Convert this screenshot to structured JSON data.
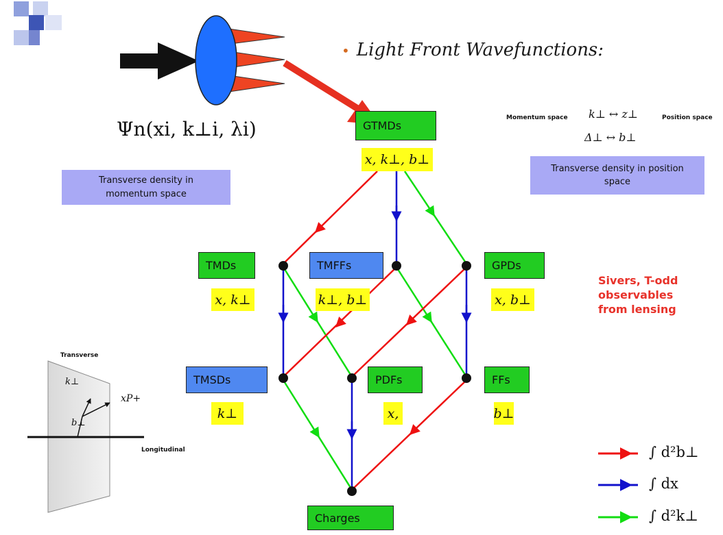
{
  "title": {
    "bullet": "•",
    "text": "Light Front Wavefunctions:"
  },
  "wavefunction_formula": "Ψn(xi, k⊥i, λi)",
  "nodes": {
    "gtmds": {
      "label": "GTMDs",
      "vars": "x, k⊥, b⊥"
    },
    "tmds": {
      "label": "TMDs",
      "vars": "x, k⊥"
    },
    "tmffs": {
      "label": "TMFFs",
      "vars": "k⊥, b⊥"
    },
    "gpds": {
      "label": "GPDs",
      "vars": "x, b⊥"
    },
    "tmsds": {
      "label": "TMSDs",
      "vars": "k⊥"
    },
    "pdfs": {
      "label": "PDFs",
      "vars": "x,"
    },
    "ffs": {
      "label": "FFs",
      "vars": "b⊥"
    },
    "charges": {
      "label": "Charges"
    }
  },
  "notes": {
    "momentum_density": "Transverse density in momentum space",
    "position_density": "Transverse density in position space",
    "momentum_space_label": "Momentum space",
    "position_space_label": "Position space",
    "fourier_pair_1": "k⊥ ↔ z⊥",
    "fourier_pair_2": "Δ⊥ ↔ b⊥",
    "sivers": "Sivers, T-odd observables from lensing"
  },
  "frame_sketch": {
    "transverse": "Transverse",
    "longitudinal": "Longitudinal",
    "k_label": "k⊥",
    "b_label": "b⊥",
    "p_label": "xP+"
  },
  "legend": [
    {
      "color": "#ee1111",
      "label": "∫ d²b⊥"
    },
    {
      "color": "#1111cc",
      "label": "∫ dx"
    },
    {
      "color": "#11dd11",
      "label": "∫ d²k⊥"
    }
  ],
  "colors": {
    "red": "#ee1111",
    "blue": "#1111cc",
    "green": "#11dd11",
    "box_green": "#22cc22",
    "box_blue": "#4f88f0",
    "highlight": "#ffff1a",
    "note_bg": "#a9a9f5",
    "accent_text": "#e8322a"
  }
}
